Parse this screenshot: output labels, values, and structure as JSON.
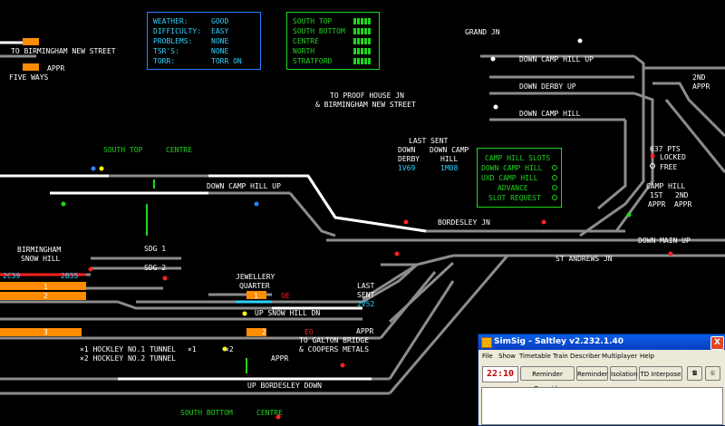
{
  "status_panel": {
    "rows": [
      {
        "label": "WEATHER:",
        "value": "GOOD"
      },
      {
        "label": "DIFFICULTY:",
        "value": "EASY"
      },
      {
        "label": "PROBLEMS:",
        "value": "NONE"
      },
      {
        "label": "TSR'S:",
        "value": "NONE"
      },
      {
        "label": "TORR:",
        "value": "TORR ON"
      }
    ]
  },
  "area_panel": {
    "rows": [
      "SOUTH TOP",
      "SOUTH BOTTOM",
      "CENTRE",
      "NORTH",
      "STRATFORD"
    ]
  },
  "slots_panel": {
    "rows": [
      "CAMP HILL SLOTS",
      "DOWN CAMP HILL",
      "UXD CAMP HILL",
      "ADVANCE",
      "SLOT REQUEST"
    ]
  },
  "last_sent": {
    "title": "LAST SENT",
    "col1": "DOWN",
    "col1b": "DERBY",
    "col1v": "1V69",
    "col2": "DOWN CAMP",
    "col2b": "HILL",
    "col2v": "1M08",
    "lower_title1": "LAST",
    "lower_title2": "SENT",
    "lower_value": "2V52"
  },
  "pts_legend": {
    "title": "637 PTS",
    "locked": "LOCKED",
    "free": "FREE"
  },
  "labels": {
    "to_birmingham": "TO BIRMINGHAM NEW STREET",
    "appr_top": "APPR",
    "five_ways": "FIVE WAYS",
    "grand_jn": "GRAND JN",
    "down_camp_hill_up_top": "DOWN CAMP HILL UP",
    "down_derby_up": "DOWN DERBY UP",
    "down_camp_hill": "DOWN CAMP HILL",
    "to_proof_house1": "TO PROOF HOUSE JN",
    "to_proof_house2": "& BIRMINGHAM NEW STREET",
    "appr_2nd_a": "2ND",
    "appr_2nd_b": "APPR",
    "south_top_centre_a": "SOUTH TOP",
    "south_top_centre_b": "CENTRE",
    "down_camp_hill_up_mid": "DOWN CAMP HILL UP",
    "camp_hill_1st": "CAMP HILL",
    "camp_hill_1st_b": "1ST",
    "camp_hill_1st_c": "APPR",
    "camp_hill_2nd": "2ND",
    "camp_hill_2nd_b": "APPR",
    "bordesley_jn": "BORDESLEY JN",
    "down_main_up": "DOWN MAIN UP",
    "st_andrews_jn": "ST ANDREWS JN",
    "birmingham_snow_hill_a": "BIRMINGHAM",
    "birmingham_snow_hill_b": "SNOW HILL",
    "sdg1": "SDG 1",
    "sdg2": "SDG 2",
    "headcode1": "2C39",
    "headcode2": "2B35",
    "plat1": "1",
    "plat2": "2",
    "plat3": "3",
    "jewellery_a": "JEWELLERY",
    "jewellery_b": "QUARTER",
    "jq1": "1",
    "jq2": "2",
    "oe": "OE",
    "eo": "EO",
    "up_snow_hill_dn": "UP SNOW HILL DN",
    "appr_mid": "APPR",
    "to_galton1": "TO GALTON BRIDGE",
    "to_galton2": "& COOPERS METALS",
    "x1a": "×1",
    "x2a": "×2",
    "hockley1": "×1 HOCKLEY NO.1 TUNNEL",
    "hockley2": "×2 HOCKLEY NO.2 TUNNEL",
    "appr_low": "APPR",
    "up_bordesley_down": "UP BORDESLEY DOWN",
    "south_bottom_centre_a": "SOUTH BOTTOM",
    "south_bottom_centre_b": "CENTRE"
  },
  "window": {
    "title": "SimSig - Saltley v2.232.1.40",
    "menu": [
      "File",
      "Show",
      "Timetable",
      "Train Describer",
      "Multiplayer",
      "Help"
    ],
    "clock": "22:10",
    "buttons": [
      "Reminder Override",
      "Reminder",
      "Isolation",
      "TD Interpose"
    ],
    "close_glyph": "X"
  },
  "colors": {
    "track": "#8c8c8c",
    "lit_track": "#ffffff",
    "cyan": "#2fd2ff",
    "green": "#1fd51f",
    "orange": "#ff8c00",
    "red": "#ff2020"
  }
}
